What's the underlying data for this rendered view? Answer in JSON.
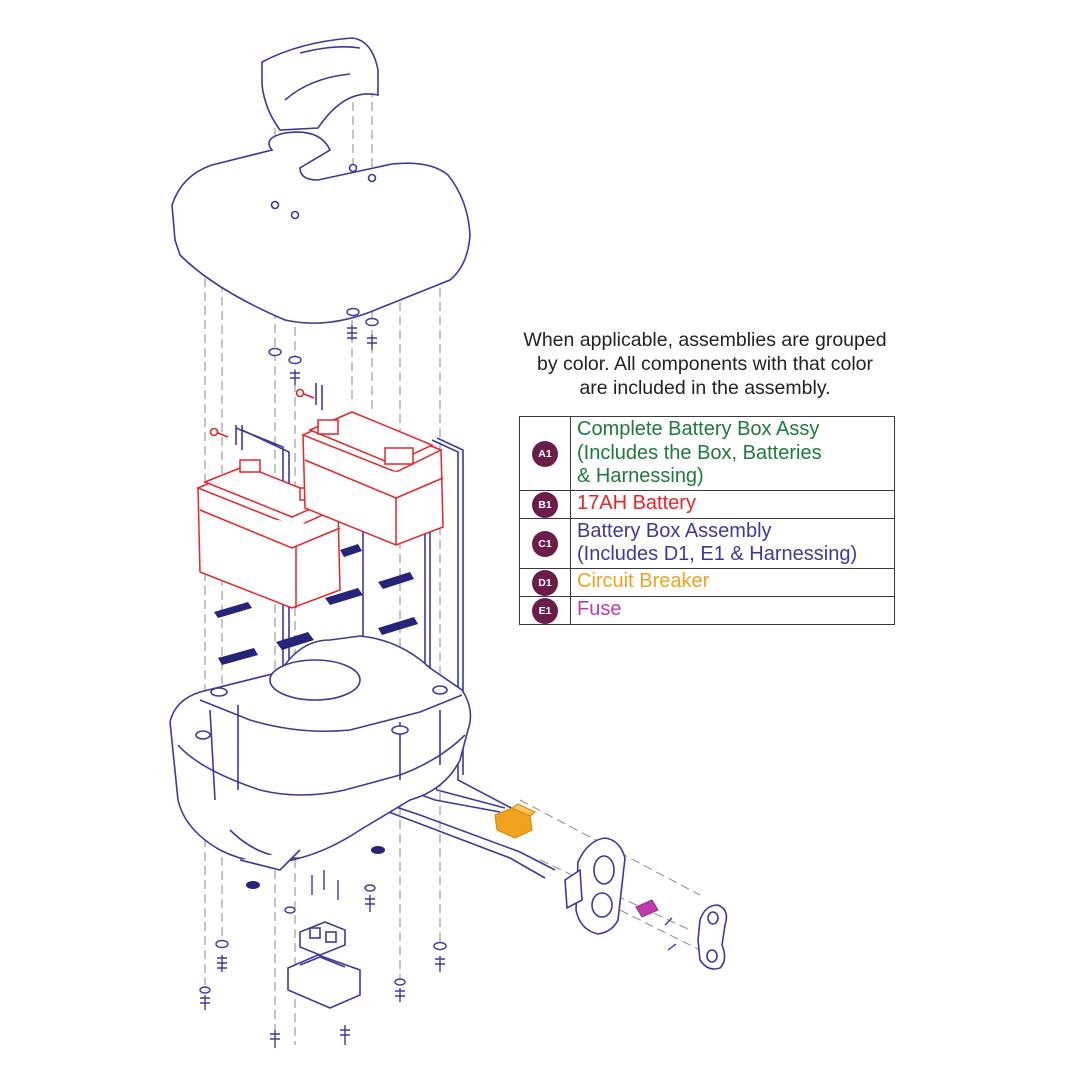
{
  "note": {
    "line1": "When applicable, assemblies are grouped",
    "line2": "by color. All components with that color",
    "line3": "are included in the assembly."
  },
  "legend": [
    {
      "code": "A1",
      "lines": [
        "Complete Battery Box Assy",
        "(Includes the Box, Batteries",
        "& Harnessing)"
      ],
      "color": "#1e7a3a"
    },
    {
      "code": "B1",
      "lines": [
        "17AH Battery"
      ],
      "color": "#e8232b"
    },
    {
      "code": "C1",
      "lines": [
        "Battery Box Assembly",
        "(Includes D1, E1 & Harnessing)"
      ],
      "color": "#3b3a9b"
    },
    {
      "code": "D1",
      "lines": [
        "Circuit Breaker"
      ],
      "color": "#f0a21e"
    },
    {
      "code": "E1",
      "lines": [
        "Fuse"
      ],
      "color": "#c13ab0"
    }
  ],
  "colors": {
    "badge": "#6b1d4a",
    "outline": "#3b3a9b",
    "battery": "#e8232b",
    "breaker": "#f0a21e",
    "fuse": "#c13ab0"
  }
}
